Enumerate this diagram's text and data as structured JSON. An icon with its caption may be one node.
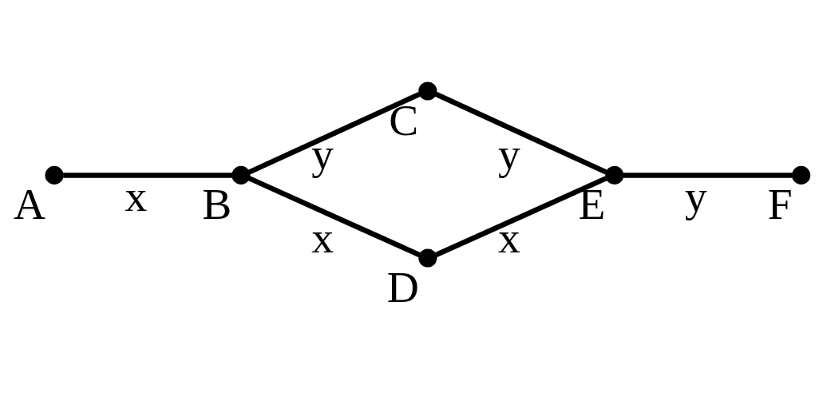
{
  "diagram": {
    "nodes": [
      {
        "text": [],
        "shape": "circle",
        "beside": [
          "A"
        ]
      },
      {
        "text": [],
        "shape": "circle",
        "beside": [
          "B"
        ]
      },
      {
        "text": [],
        "shape": "circle",
        "beside": [
          "C"
        ]
      },
      {
        "text": [],
        "shape": "circle",
        "beside": [
          "D"
        ]
      },
      {
        "text": [],
        "shape": "circle",
        "beside": [
          "E"
        ]
      },
      {
        "text": [],
        "shape": "circle",
        "beside": [
          "F"
        ]
      }
    ],
    "edges": [
      {
        "from": 0,
        "to": 1,
        "arrow": "none",
        "label": "x"
      },
      {
        "from": 1,
        "to": 2,
        "arrow": "none",
        "label": "y"
      },
      {
        "from": 1,
        "to": 3,
        "arrow": "none",
        "label": "x"
      },
      {
        "from": 2,
        "to": 4,
        "arrow": "none",
        "label": "y"
      },
      {
        "from": 3,
        "to": 4,
        "arrow": "none",
        "label": "x"
      },
      {
        "from": 4,
        "to": 5,
        "arrow": "none",
        "label": "y"
      }
    ]
  }
}
